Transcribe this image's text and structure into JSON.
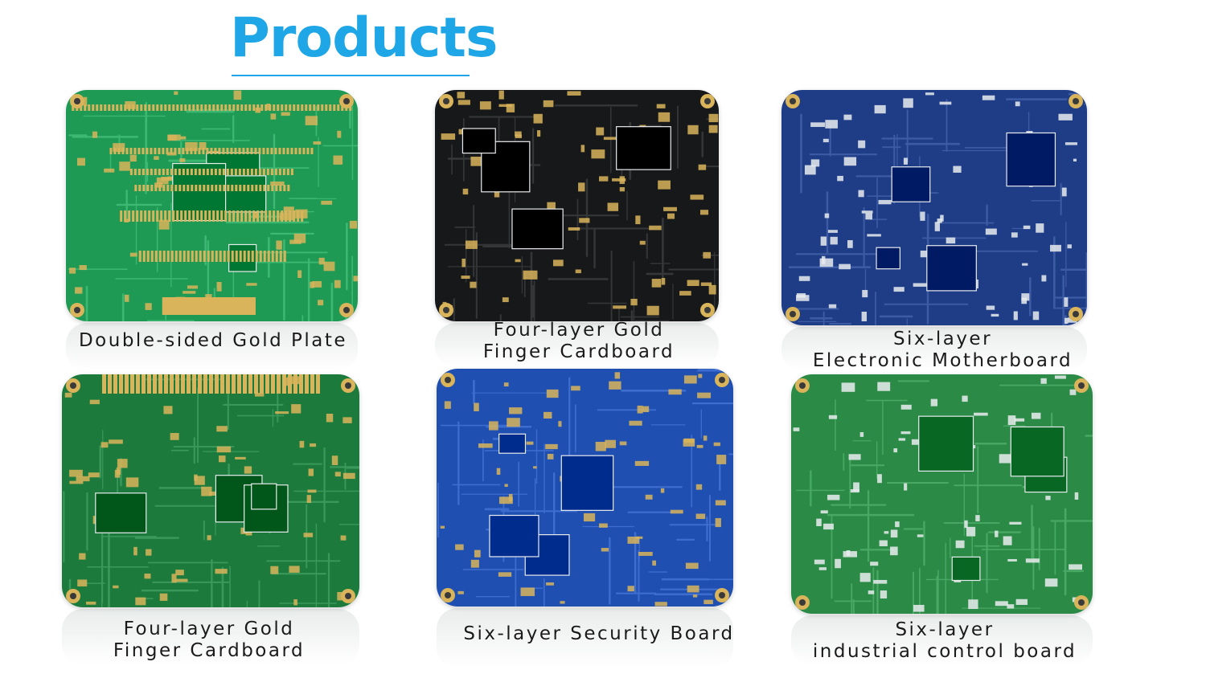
{
  "heading": {
    "text": "Products",
    "color": "#1ea6e6"
  },
  "products": [
    {
      "caption_lines": [
        "Double-sided Gold Plate"
      ],
      "board_color": "#1f9a55",
      "style": "gold"
    },
    {
      "caption_lines": [
        "Four-layer Gold",
        "Finger Cardboard"
      ],
      "board_color": "#16181a",
      "style": "black"
    },
    {
      "caption_lines": [
        "Six-layer",
        "Electronic Motherboard"
      ],
      "board_color": "#1e3d86",
      "style": "navy"
    },
    {
      "caption_lines": [
        "Four-layer Gold",
        "Finger Cardboard"
      ],
      "board_color": "#1c7a3c",
      "style": "green"
    },
    {
      "caption_lines": [
        "Six-layer Security Board"
      ],
      "board_color": "#1f4fb0",
      "style": "blue"
    },
    {
      "caption_lines": [
        "Six-layer",
        "industrial control board"
      ],
      "board_color": "#2a8a46",
      "style": "ctrl"
    }
  ]
}
